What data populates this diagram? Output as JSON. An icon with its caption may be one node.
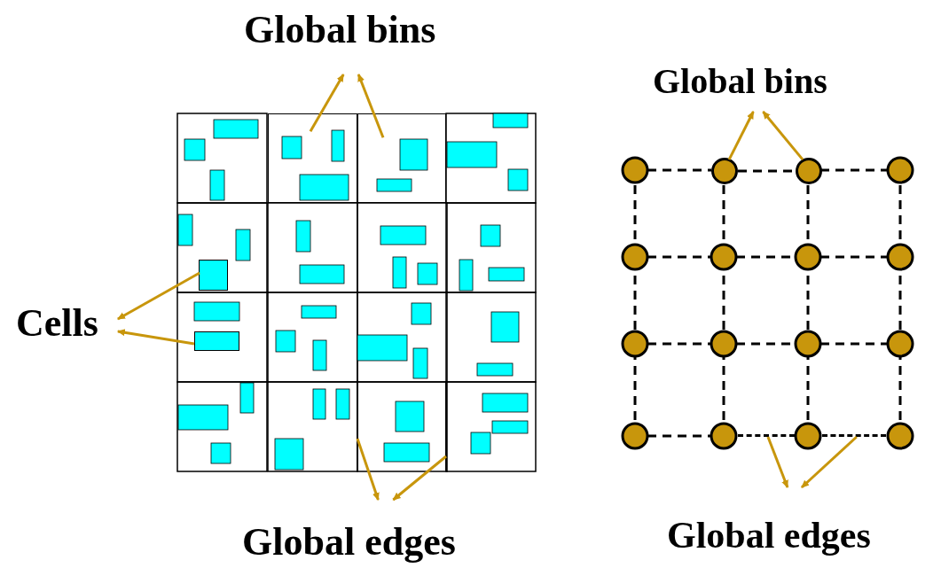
{
  "diagram": {
    "nodes": [
      {
        "text": [
          "Global bins"
        ]
      },
      {
        "text": [],
        "shape": "box"
      },
      {
        "text": [],
        "shape": "box"
      },
      {
        "text": [
          "Cells"
        ]
      },
      {
        "text": [],
        "shape": "box"
      },
      {
        "text": [],
        "shape": "box"
      },
      {
        "text": [
          "Global edges"
        ]
      },
      {
        "text": [],
        "shape": "line"
      },
      {
        "text": [],
        "shape": "line"
      },
      {
        "text": [
          "Global bins"
        ]
      },
      {
        "text": [],
        "shape": "circle"
      },
      {
        "text": [],
        "shape": "circle"
      },
      {
        "text": [
          "Global edges"
        ]
      },
      {
        "text": [],
        "shape": "line"
      },
      {
        "text": [],
        "shape": "line"
      }
    ],
    "edges": [
      {
        "from": 1,
        "to": 0,
        "arrow": "to"
      },
      {
        "from": 2,
        "to": 0,
        "arrow": "to"
      },
      {
        "from": 4,
        "to": 3,
        "arrow": "to"
      },
      {
        "from": 5,
        "to": 3,
        "arrow": "to"
      },
      {
        "from": 7,
        "to": 6,
        "arrow": "to"
      },
      {
        "from": 8,
        "to": 6,
        "arrow": "to"
      },
      {
        "from": 10,
        "to": 9,
        "arrow": "to"
      },
      {
        "from": 11,
        "to": 9,
        "arrow": "to"
      },
      {
        "from": 13,
        "to": 12,
        "arrow": "to"
      },
      {
        "from": 14,
        "to": 12,
        "arrow": "to"
      },
      {
        "from": 10,
        "to": 11,
        "arrow": "none",
        "style": "dashed",
        "color": "#000000"
      }
    ]
  }
}
